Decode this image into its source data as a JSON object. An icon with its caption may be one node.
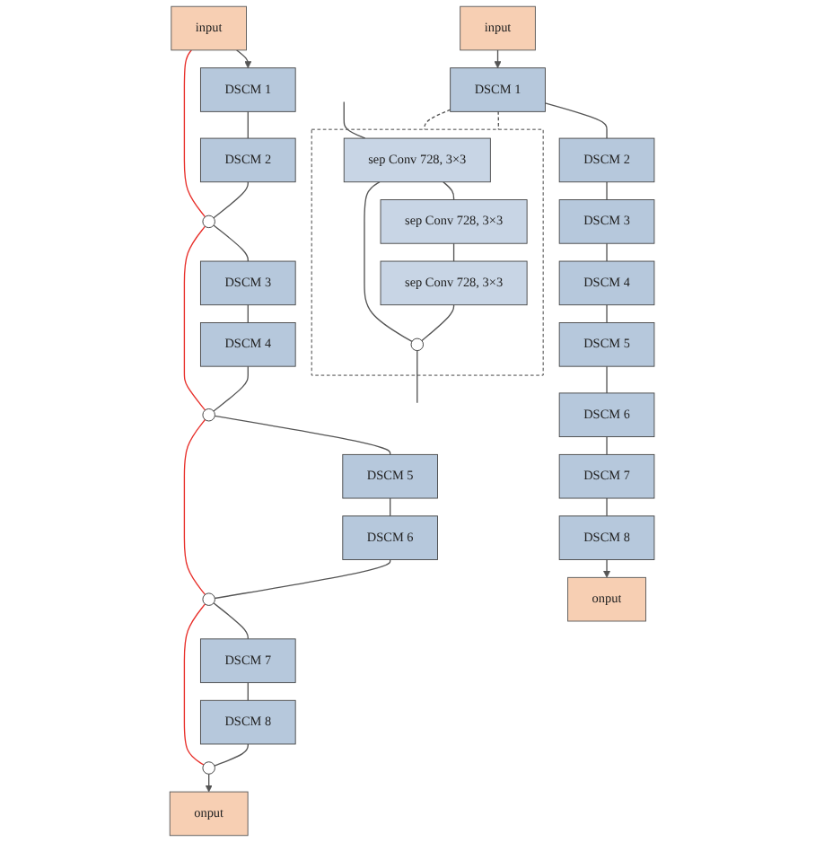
{
  "diagram": {
    "nodes": [
      {
        "text": [
          "input"
        ]
      },
      {
        "text": [
          "DSCM 1"
        ]
      },
      {
        "text": [
          "DSCM 2"
        ]
      },
      {
        "text": [
          "DSCM 3"
        ]
      },
      {
        "text": [
          "DSCM 4"
        ]
      },
      {
        "text": [
          "DSCM 5"
        ]
      },
      {
        "text": [
          "DSCM 6"
        ]
      },
      {
        "text": [
          "DSCM 7"
        ]
      },
      {
        "text": [
          "DSCM 8"
        ]
      },
      {
        "text": [
          "onput"
        ]
      },
      {
        "text": [],
        "shape": "box"
      },
      {
        "text": [
          "sep Conv 728, 3×3"
        ],
        "in": 10
      },
      {
        "text": [
          "sep Conv 728, 3×3"
        ],
        "in": 10
      },
      {
        "text": [
          "sep Conv 728, 3×3"
        ],
        "in": 10
      },
      {
        "text": [],
        "shape": "circle",
        "in": 10
      },
      {
        "text": [
          "input"
        ]
      },
      {
        "text": [
          "DSCM 1"
        ]
      },
      {
        "text": [
          "DSCM 2"
        ]
      },
      {
        "text": [],
        "shape": "circle"
      },
      {
        "text": [
          "DSCM 3"
        ]
      },
      {
        "text": [
          "DSCM 4"
        ]
      },
      {
        "text": [],
        "shape": "circle"
      },
      {
        "text": [
          "DSCM 5"
        ]
      },
      {
        "text": [
          "DSCM 6"
        ]
      },
      {
        "text": [],
        "shape": "circle"
      },
      {
        "text": [
          "DSCM 7"
        ]
      },
      {
        "text": [
          "DSCM 8"
        ]
      },
      {
        "text": [],
        "shape": "circle"
      },
      {
        "text": [
          "onput"
        ]
      }
    ],
    "edges": [
      {
        "from": 0,
        "to": 1,
        "arrow": "to"
      },
      {
        "from": 1,
        "to": 2,
        "arrow": "none"
      },
      {
        "from": 2,
        "to": 3,
        "arrow": "none"
      },
      {
        "from": 3,
        "to": 4,
        "arrow": "none"
      },
      {
        "from": 4,
        "to": 5,
        "arrow": "none"
      },
      {
        "from": 5,
        "to": 6,
        "arrow": "none"
      },
      {
        "from": 6,
        "to": 7,
        "arrow": "none"
      },
      {
        "from": 7,
        "to": 8,
        "arrow": "none"
      },
      {
        "from": 8,
        "to": 9,
        "arrow": "to"
      },
      {
        "from": 1,
        "to": 10,
        "arrow": "none",
        "style": "dashed"
      },
      {
        "from": 1,
        "to": 10,
        "arrow": "none",
        "style": "dashed"
      },
      {
        "from": null,
        "to": 11,
        "arrow": "none"
      },
      {
        "from": 11,
        "to": 12,
        "arrow": "none"
      },
      {
        "from": 12,
        "to": 13,
        "arrow": "none"
      },
      {
        "from": 13,
        "to": 14,
        "arrow": "none"
      },
      {
        "from": 11,
        "to": 14,
        "arrow": "none"
      },
      {
        "from": 14,
        "to": null,
        "arrow": "none"
      },
      {
        "from": 15,
        "to": 16,
        "arrow": "to"
      },
      {
        "from": 16,
        "to": 17,
        "arrow": "none"
      },
      {
        "from": 17,
        "to": 18,
        "arrow": "none"
      },
      {
        "from": 18,
        "to": 19,
        "arrow": "none"
      },
      {
        "from": 19,
        "to": 20,
        "arrow": "none"
      },
      {
        "from": 20,
        "to": 21,
        "arrow": "none"
      },
      {
        "from": 21,
        "to": 22,
        "arrow": "none"
      },
      {
        "from": 22,
        "to": 23,
        "arrow": "none"
      },
      {
        "from": 23,
        "to": 24,
        "arrow": "none"
      },
      {
        "from": 24,
        "to": 25,
        "arrow": "none"
      },
      {
        "from": 25,
        "to": 26,
        "arrow": "none"
      },
      {
        "from": 26,
        "to": 27,
        "arrow": "none"
      },
      {
        "from": 27,
        "to": 28,
        "arrow": "to"
      },
      {
        "from": 15,
        "to": 18,
        "arrow": "none",
        "color": "#e8302b"
      },
      {
        "from": 18,
        "to": 21,
        "arrow": "none",
        "color": "#e8302b"
      },
      {
        "from": 21,
        "to": 24,
        "arrow": "none",
        "color": "#e8302b"
      },
      {
        "from": 24,
        "to": 27,
        "arrow": "none",
        "color": "#e8302b"
      }
    ]
  }
}
